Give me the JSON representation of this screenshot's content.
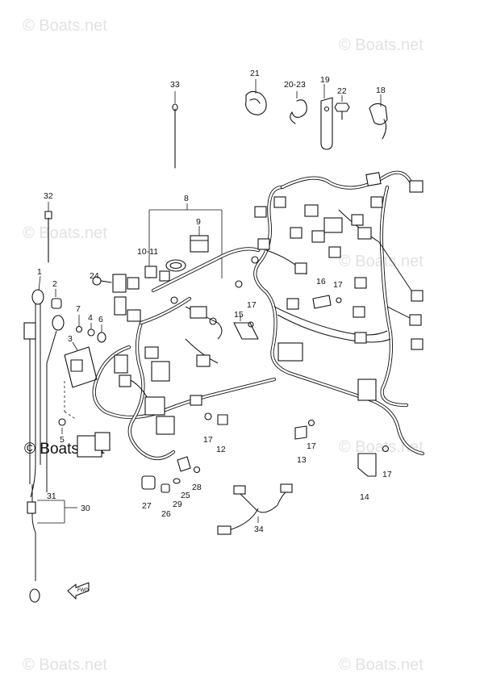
{
  "diagram": {
    "title": "",
    "watermarks": [
      {
        "id": "wm-top-left",
        "text": "© Boats.net"
      },
      {
        "id": "wm-top-right",
        "text": "© Boats.net"
      },
      {
        "id": "wm-mid-left",
        "text": "© Boats.net"
      },
      {
        "id": "wm-mid-right",
        "text": "© Boats.net"
      },
      {
        "id": "wm-center",
        "text": "© Boats.net"
      },
      {
        "id": "wm-lower-right",
        "text": "© Boats.net"
      },
      {
        "id": "wm-bottom-left",
        "text": "© Boats.net"
      },
      {
        "id": "wm-bottom-right",
        "text": "© Boats.net"
      }
    ],
    "fwd_label": "FWD",
    "callouts": {
      "c1": "1",
      "c2": "2",
      "c3": "3",
      "c4": "4",
      "c5": "5",
      "c6": "6",
      "c7": "7",
      "c8": "8",
      "c9": "9",
      "c10_11": "10-11",
      "c12": "12",
      "c13": "13",
      "c14": "14",
      "c15": "15",
      "c16": "16",
      "c17a": "17",
      "c17b": "17",
      "c17c": "17",
      "c17d": "17",
      "c17e": "17",
      "c18": "18",
      "c19": "19",
      "c20_23": "20-23",
      "c21": "21",
      "c22": "22",
      "c24": "24",
      "c25": "25",
      "c26": "26",
      "c27": "27",
      "c28": "28",
      "c29": "29",
      "c30": "30",
      "c31": "31",
      "c32": "32",
      "c33": "33",
      "c34": "34"
    }
  }
}
